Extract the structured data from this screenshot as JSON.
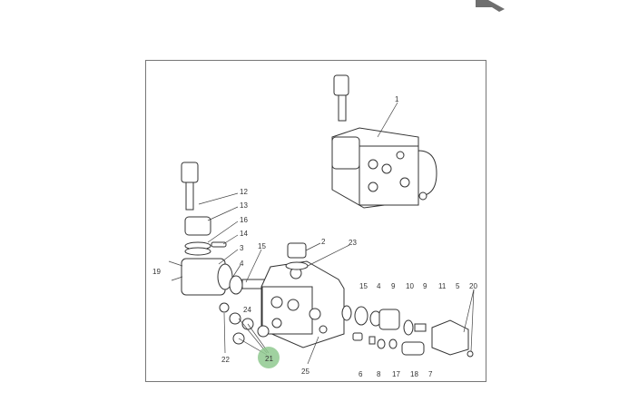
{
  "diagram": {
    "title": "Control valve exploded parts diagram",
    "highlight_color": "#8fc98f",
    "highlighted_part": "21",
    "labels": {
      "l1": "1",
      "l12": "12",
      "l13": "13",
      "l16": "16",
      "l14": "14",
      "l3": "3",
      "l15a": "15",
      "l2": "2",
      "l23": "23",
      "l19": "19",
      "l4a": "4",
      "l24": "24",
      "l22": "22",
      "l21": "21",
      "l25": "25",
      "l15b": "15",
      "l4b": "4",
      "l9a": "9",
      "l10": "10",
      "l9b": "9",
      "l11": "11",
      "l5": "5",
      "l20": "20",
      "l6": "6",
      "l8": "8",
      "l17": "17",
      "l18": "18",
      "l7": "7"
    }
  }
}
